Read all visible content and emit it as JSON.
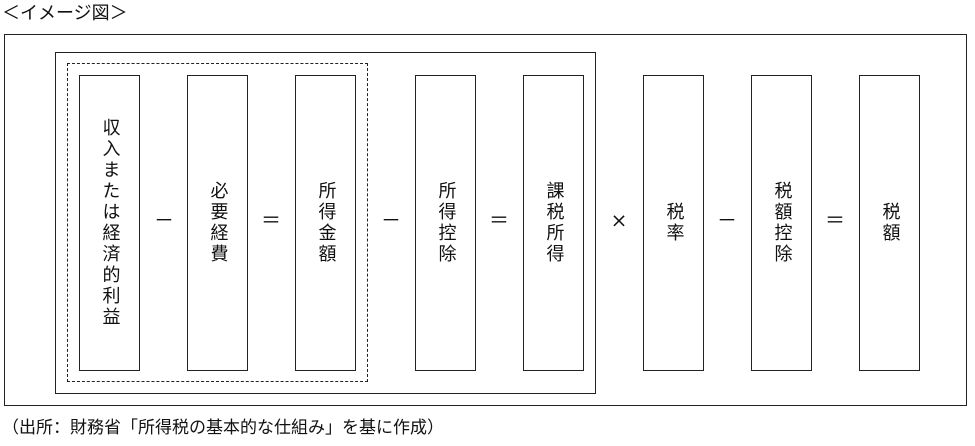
{
  "title": "＜イメージ図＞",
  "boxes": [
    {
      "label": "収入または経済的利益"
    },
    {
      "label": "必要経費"
    },
    {
      "label": "所得金額"
    },
    {
      "label": "所得控除"
    },
    {
      "label": "課税所得"
    },
    {
      "label": "税率"
    },
    {
      "label": "税額控除"
    },
    {
      "label": "税額"
    }
  ],
  "operators": [
    "－",
    "＝",
    "－",
    "＝",
    "×",
    "－",
    "＝"
  ],
  "caption": "（出所：財務省「所得税の基本的な仕組み」を基に作成）"
}
